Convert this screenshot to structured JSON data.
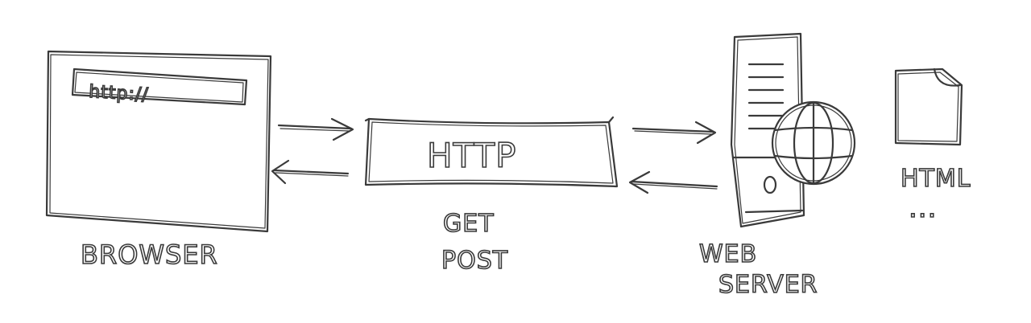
{
  "diagram": {
    "browser": {
      "label": "BROWSER",
      "url_text": "http://"
    },
    "protocol": {
      "label": "HTTP",
      "methods": [
        "GET",
        "POST"
      ]
    },
    "server": {
      "label_line1": "WEB",
      "label_line2": "SERVER"
    },
    "document": {
      "label": "HTML",
      "more": "..."
    },
    "colors": {
      "ink": "#3a3a3a",
      "background": "#ffffff"
    }
  }
}
